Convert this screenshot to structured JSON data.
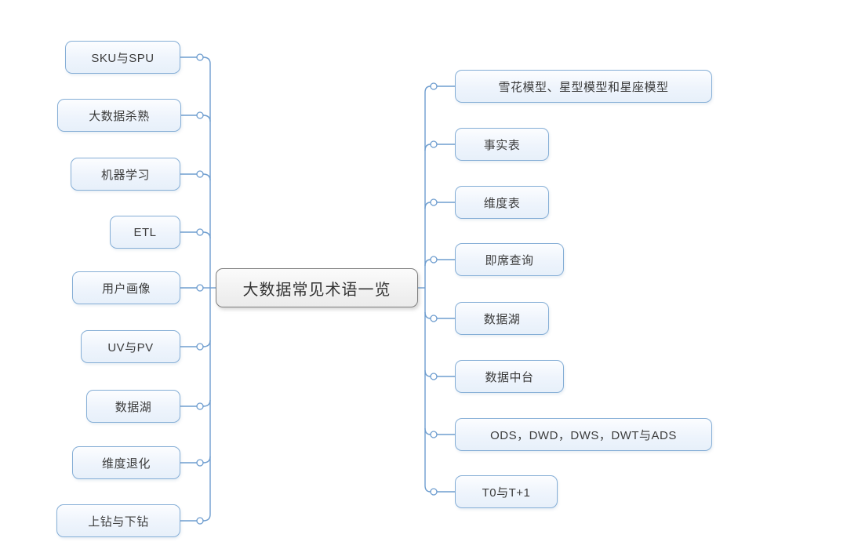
{
  "diagram": {
    "type": "mindmap",
    "central_topic": {
      "label": "大数据常见术语一览"
    },
    "left_branches": [
      {
        "label": "SKU与SPU"
      },
      {
        "label": "大数据杀熟"
      },
      {
        "label": "机器学习"
      },
      {
        "label": "ETL"
      },
      {
        "label": "用户画像"
      },
      {
        "label": "UV与PV"
      },
      {
        "label": "数据湖"
      },
      {
        "label": "维度退化"
      },
      {
        "label": "上钻与下钻"
      }
    ],
    "right_branches": [
      {
        "label": "雪花模型、星型模型和星座模型"
      },
      {
        "label": "事实表"
      },
      {
        "label": "维度表"
      },
      {
        "label": "即席查询"
      },
      {
        "label": "数据湖"
      },
      {
        "label": "数据中台"
      },
      {
        "label": "ODS，DWD，DWS，DWT与ADS"
      },
      {
        "label": "T0与T+1"
      }
    ],
    "colors": {
      "connector_line": "#6e9dcf",
      "branch_node_border": "#85aed6",
      "branch_node_fill": "#eef4fc",
      "central_node_border": "#7d7d7d",
      "central_node_fill": "#f1f1f1",
      "text": "#3c3c3c",
      "background": "#ffffff"
    }
  }
}
